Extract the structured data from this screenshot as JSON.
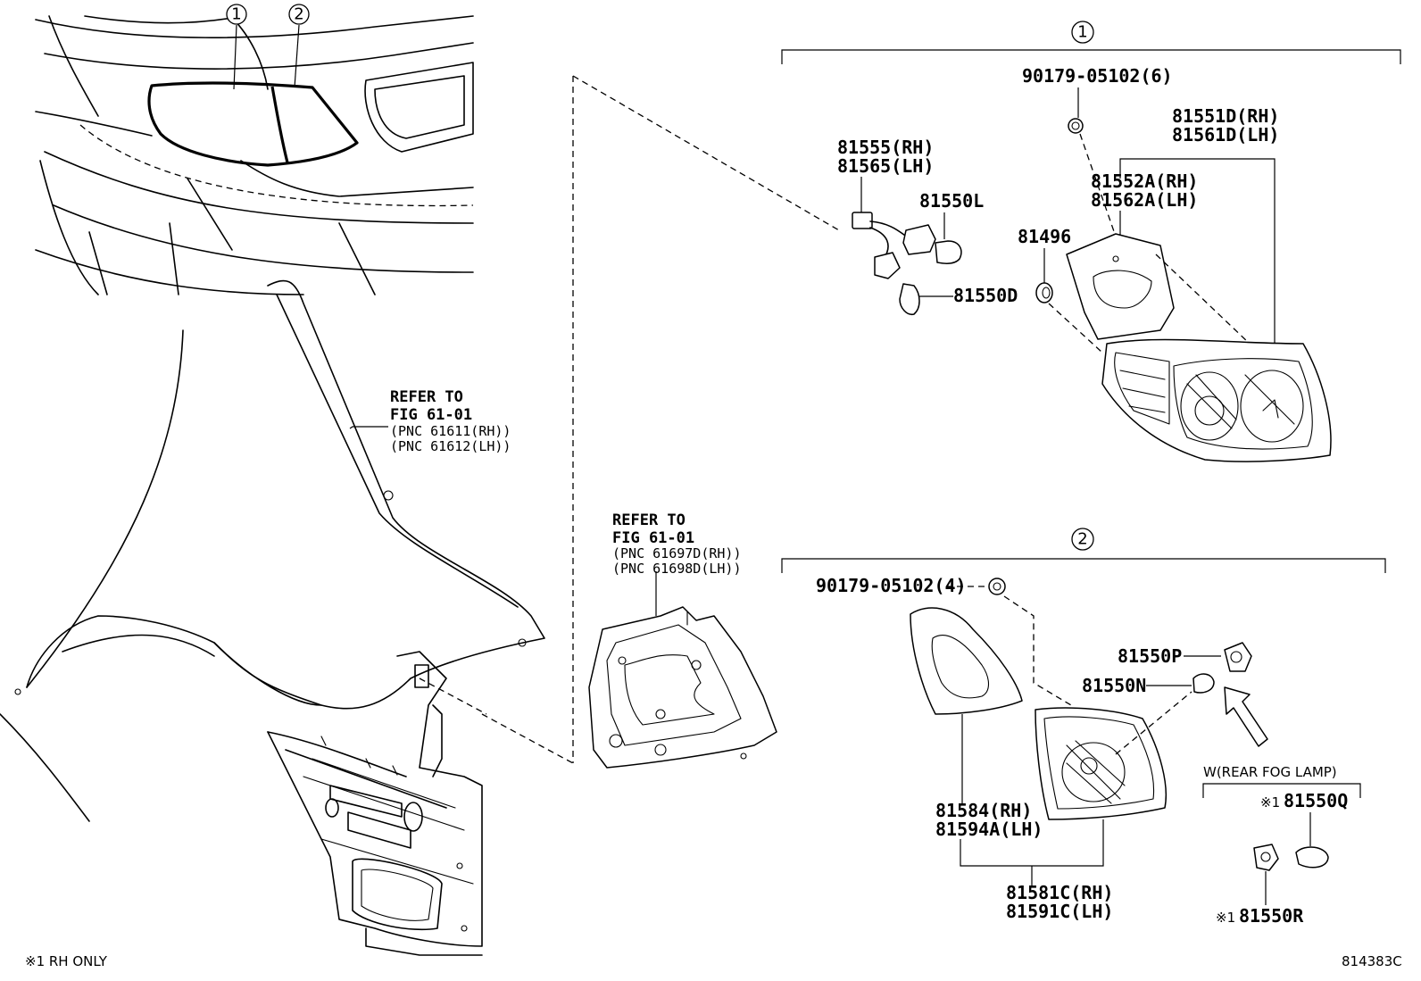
{
  "callouts": {
    "one": "1",
    "two": "2"
  },
  "parts": {
    "screw_6": "90179-05102(6)",
    "lens_rh": "81551D(RH)",
    "lens_lh": "81561D(LH)",
    "socket_rh": "81555(RH)",
    "socket_lh": "81565(LH)",
    "bulb_l": "81550L",
    "bulb_d": "81550D",
    "grommet": "81496",
    "gasket_rh": "81552A(RH)",
    "gasket_lh": "81562A(LH)",
    "screw_4": "90179-05102(4)",
    "bulb_p": "81550P",
    "bulb_n": "81550N",
    "inner_gasket_rh": "81584(RH)",
    "inner_gasket_lh": "81594A(LH)",
    "inner_lamp_rh": "81581C(RH)",
    "inner_lamp_lh": "81591C(LH)",
    "fog_bulb_q": "81550Q",
    "fog_socket_r": "81550R"
  },
  "refs": {
    "fender_refer": "REFER TO",
    "fender_fig": "FIG 61-01",
    "fender_pnc1": "(PNC 61611(RH))",
    "fender_pnc2": "(PNC 61612(LH))",
    "panel_refer": "REFER TO",
    "panel_fig": "FIG 61-01",
    "panel_pnc1": "(PNC 61697D(RH))",
    "panel_pnc2": "(PNC 61698D(LH))"
  },
  "notes": {
    "fog_lamp": "W(REAR FOG LAMP)",
    "rh_only_mark": "※1",
    "footnote": "※1 RH ONLY",
    "figure_code": "814383C"
  }
}
